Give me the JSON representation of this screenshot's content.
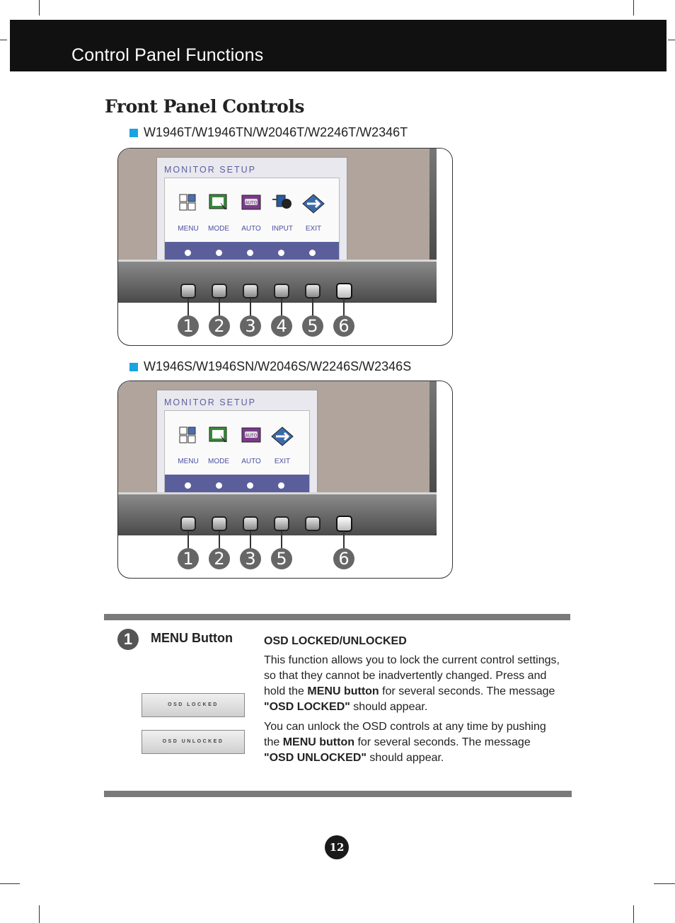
{
  "header": {
    "title": "Control Panel Functions"
  },
  "section_title": "Front Panel Controls",
  "figure1": {
    "model_label": "W1946T/W1946TN/W2046T/W2246T/W2346T",
    "osd_title": "MONITOR SETUP",
    "osd_items": [
      "MENU",
      "MODE",
      "AUTO",
      "INPUT",
      "EXIT"
    ],
    "button_numbers": [
      "1",
      "2",
      "3",
      "4",
      "5",
      "6"
    ]
  },
  "figure2": {
    "model_label": "W1946S/W1946SN/W2046S/W2246S/W2346S",
    "osd_title": "MONITOR SETUP",
    "osd_items": [
      "MENU",
      "MODE",
      "AUTO",
      "EXIT"
    ],
    "button_numbers": [
      "1",
      "2",
      "3",
      "5",
      "6"
    ]
  },
  "menu_section": {
    "number": "1",
    "label": "MENU Button",
    "osd_locked_box": "OSD LOCKED",
    "osd_unlocked_box": "OSD UNLOCKED",
    "heading": "OSD LOCKED/UNLOCKED",
    "para1": {
      "t1": "This function allows you to lock the current control settings, so that they cannot be inadvertently changed. Press and hold the ",
      "b1": "MENU button",
      "t2": " for several seconds. The message ",
      "b2": "\"OSD LOCKED\"",
      "t3": " should appear."
    },
    "para2": {
      "t1": "You can unlock the OSD controls at any time by pushing the ",
      "b1": "MENU button",
      "t2": " for several seconds. The message ",
      "b2": "\"OSD UNLOCKED\"",
      "t3": " should appear."
    }
  },
  "page_number": "12",
  "colors": {
    "accent_square": "#19a3e0",
    "osd_bar": "#5a5f9c",
    "header_bg": "#111111"
  },
  "icons": [
    "menu-grid-icon",
    "mode-icon",
    "auto-icon",
    "input-icon",
    "exit-icon"
  ]
}
